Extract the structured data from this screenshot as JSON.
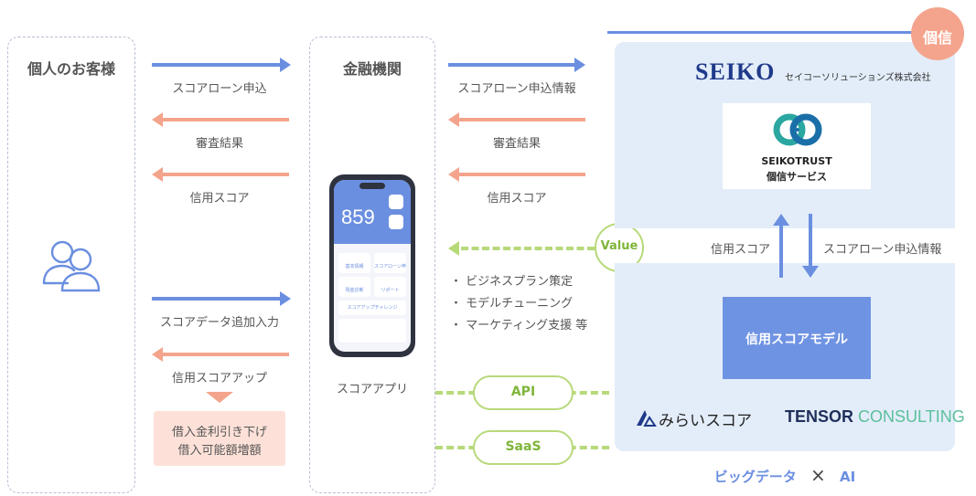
{
  "customer": {
    "title": "個人のお客様",
    "arrows": [
      "スコアローン申込",
      "審査結果",
      "信用スコア",
      "スコアデータ追加入力",
      "信用スコアアップ"
    ],
    "benefit_lines": [
      "借入金利引き下げ",
      "借入可能額増額"
    ]
  },
  "bank": {
    "title": "金融機関",
    "arrows": [
      "スコアローン申込情報",
      "審査結果",
      "信用スコア"
    ],
    "app_caption": "スコアアプリ",
    "value_items": [
      "・ ビジネスプラン策定",
      "・ モデルチューニング",
      "・ マーケティング支援 等"
    ]
  },
  "phone": {
    "score": "859",
    "tiles": [
      "基本情報",
      "スコアローン申込",
      "現金診断",
      "リポート"
    ],
    "challenge": "スコアアップチャレンジ"
  },
  "connectors": {
    "value": "Value",
    "api": "API",
    "saas": "SaaS"
  },
  "provider": {
    "badge": "個信",
    "brand": "SEIKO",
    "brand_sub": "セイコーソリューションズ株式会社",
    "service_name": "SEIKOTRUST",
    "service_sub": "個信サービス",
    "up_label": "信用スコア",
    "down_label": "スコアローン申込情報",
    "model": "信用スコアモデル",
    "partner1": "みらいスコア",
    "partner2_a": "TENSOR",
    "partner2_b": " CONSULTING",
    "tagline_a": "ビッグデータ",
    "tagline_x": "×",
    "tagline_b": "AI"
  },
  "colors": {
    "blue": "#6b8fe0",
    "salmon": "#f4a48c",
    "green": "#b7d97a",
    "panel": "#e3edf9",
    "model": "#6f93e3"
  }
}
